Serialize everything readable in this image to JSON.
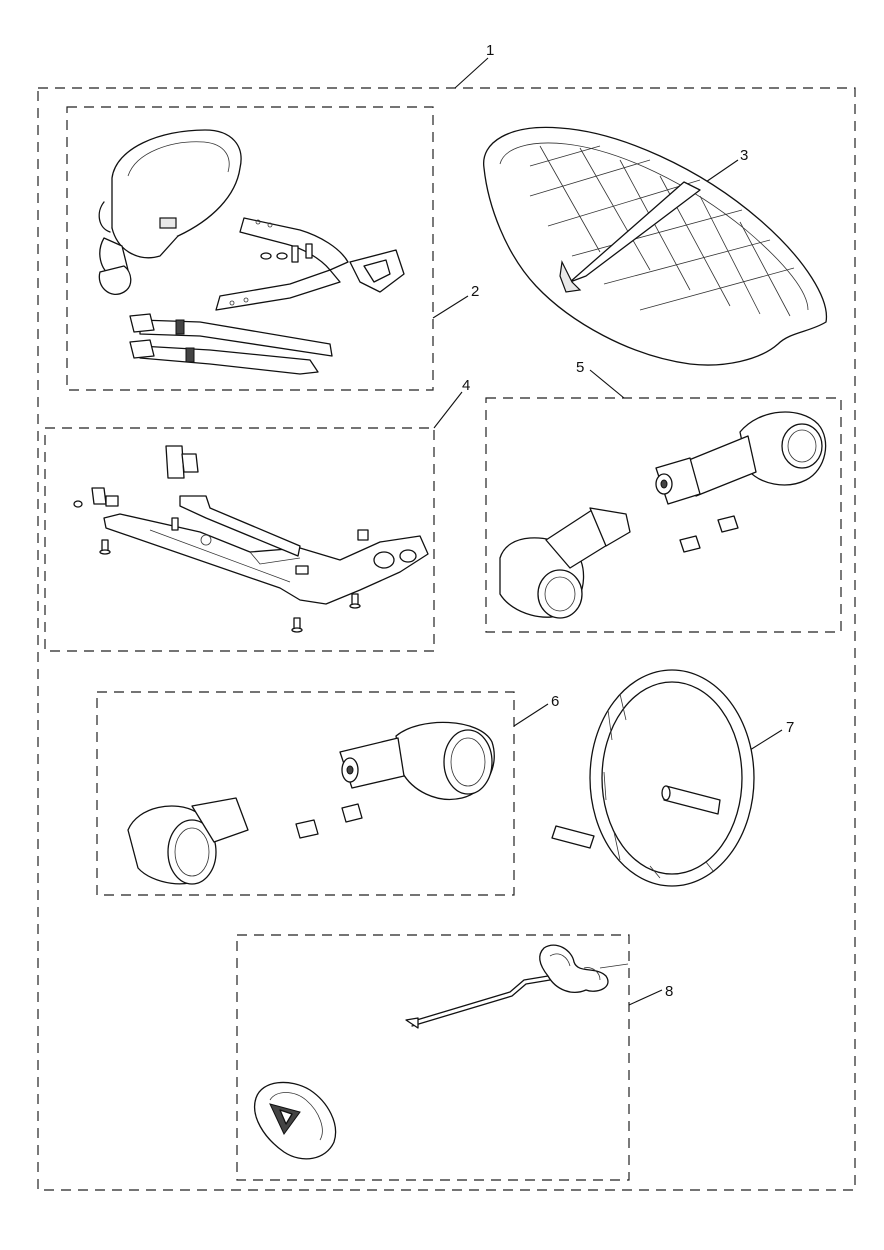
{
  "diagram": {
    "callouts": [
      {
        "id": "1",
        "label": "1"
      },
      {
        "id": "2",
        "label": "2"
      },
      {
        "id": "3",
        "label": "3"
      },
      {
        "id": "4",
        "label": "4"
      },
      {
        "id": "5",
        "label": "5"
      },
      {
        "id": "6",
        "label": "6"
      },
      {
        "id": "7",
        "label": "7"
      },
      {
        "id": "8",
        "label": "8"
      }
    ],
    "parts": [
      {
        "callout": "2",
        "icon": "tank-bag-icon"
      },
      {
        "callout": "3",
        "icon": "quilted-seat-icon"
      },
      {
        "callout": "4",
        "icon": "mounting-bracket-icon"
      },
      {
        "callout": "5",
        "icon": "indicator-pair-icon"
      },
      {
        "callout": "6",
        "icon": "indicator-pair-icon"
      },
      {
        "callout": "7",
        "icon": "headlight-ring-icon"
      },
      {
        "callout": "8",
        "icon": "key-fob-icon"
      }
    ],
    "colors": {
      "line": "#111111",
      "background": "#ffffff"
    }
  }
}
